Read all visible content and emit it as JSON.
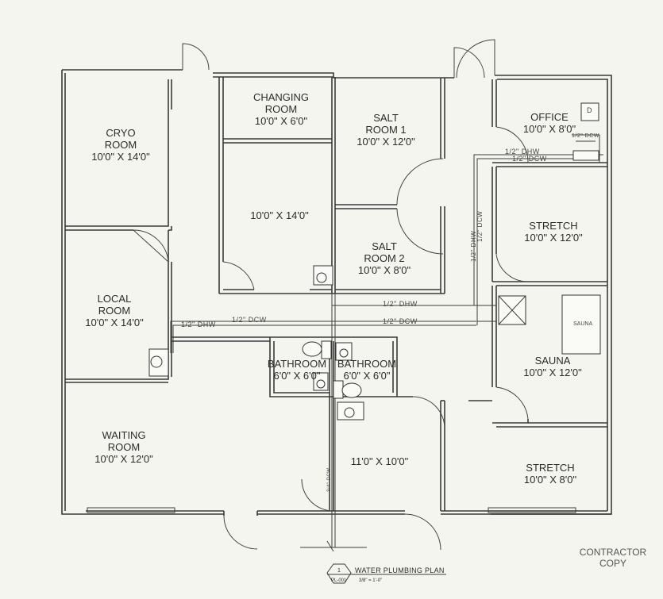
{
  "plan_title": "WATER PLUMBING PLAN",
  "plan_number": "1",
  "sheet_ref": "PL-001",
  "scale": "3/8\" = 1'-0\"",
  "stamp": [
    "CONTRACTOR",
    "COPY"
  ],
  "rooms": {
    "cryo": {
      "name": [
        "CRYO",
        "ROOM"
      ],
      "size": "10'0\" X 14'0\""
    },
    "changing": {
      "name": [
        "CHANGING",
        "ROOM"
      ],
      "size": "10'0\" X 6'0\""
    },
    "salt1": {
      "name": [
        "SALT",
        "ROOM 1"
      ],
      "size": "10'0\" X 12'0\""
    },
    "office": {
      "name": [
        "OFFICE"
      ],
      "size": "10'0\" X 8'0\""
    },
    "unnamed_center": {
      "size": "10'0\" X 14'0\""
    },
    "salt2": {
      "name": [
        "SALT",
        "ROOM 2"
      ],
      "size": "10'0\" X 8'0\""
    },
    "stretch1": {
      "name": [
        "STRETCH"
      ],
      "size": "10'0\" X 12'0\""
    },
    "local": {
      "name": [
        "LOCAL",
        "ROOM"
      ],
      "size": "10'0\" X 14'0\""
    },
    "bathroom1": {
      "name": [
        "BATHROOM"
      ],
      "size": "6'0\" X 6'0\""
    },
    "bathroom2": {
      "name": [
        "BATHROOM"
      ],
      "size": "6'0\" X 6'0\""
    },
    "sauna": {
      "name": [
        "SAUNA"
      ],
      "size": "10'0\" X 12'0\"",
      "unit_label": "SAUNA"
    },
    "waiting": {
      "name": [
        "WAITING",
        "ROOM"
      ],
      "size": "10'0\" X 12'0\""
    },
    "unnamed_lower": {
      "size": "11'0\" X 10'0\""
    },
    "stretch2": {
      "name": [
        "STRETCH"
      ],
      "size": "10'0\" X 8'0\""
    }
  },
  "pipe_labels": {
    "dhw": "1/2\" DHW",
    "dcw": "1/2\" DCW",
    "main": "3/4\" DCW",
    "office_fixture": "1/2\" DCW"
  },
  "office_box_label": "D"
}
